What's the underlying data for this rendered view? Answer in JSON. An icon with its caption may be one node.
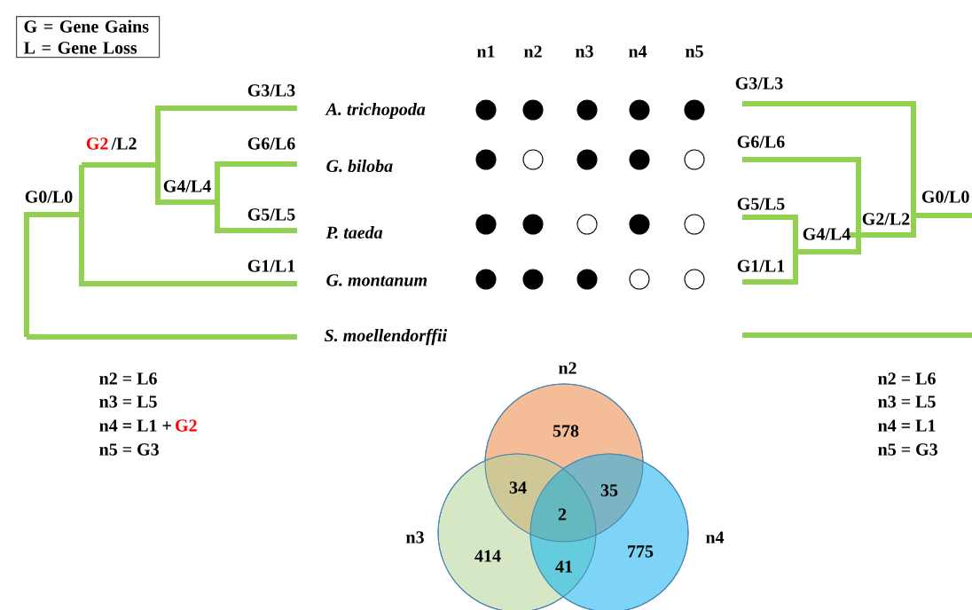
{
  "diagram": {
    "nodes": [
      {
        "text": [
          "G = Gene Gains",
          "L = Gene Loss"
        ]
      },
      {
        "text": [],
        "shape": "dot"
      },
      {
        "text": [],
        "shape": "dot"
      },
      {
        "text": [],
        "shape": "dot"
      },
      {
        "text": [],
        "shape": "dot"
      },
      {
        "text": [],
        "shape": "dot"
      },
      {
        "text": [],
        "shape": "dot"
      },
      {
        "text": [],
        "shape": "circle"
      },
      {
        "text": [],
        "shape": "dot"
      },
      {
        "text": [],
        "shape": "dot"
      },
      {
        "text": [],
        "shape": "circle"
      },
      {
        "text": [],
        "shape": "dot"
      },
      {
        "text": [],
        "shape": "dot"
      },
      {
        "text": [],
        "shape": "circle"
      },
      {
        "text": [],
        "shape": "dot"
      },
      {
        "text": [],
        "shape": "circle"
      },
      {
        "text": [],
        "shape": "dot"
      },
      {
        "text": [],
        "shape": "dot"
      },
      {
        "text": [],
        "shape": "dot"
      },
      {
        "text": [],
        "shape": "circle"
      },
      {
        "text": [],
        "shape": "circle"
      },
      {
        "text": [
          "578"
        ],
        "beside": [
          "n2"
        ]
      },
      {
        "text": [
          "414"
        ],
        "beside": [
          "n3"
        ]
      },
      {
        "text": [
          "775"
        ],
        "beside": [
          "n4"
        ]
      }
    ],
    "labels": [
      "n1",
      "n2",
      "n3",
      "n4",
      "n5",
      "G3/L3",
      "G3/L3",
      "A. trichopoda",
      "G2",
      "/L2",
      "G6/L6",
      "G6/L6",
      "G. biloba",
      "G0/L0",
      "G4/L4",
      "G5/L5",
      "G5/L5",
      "G0/L0",
      "G2/L2",
      "P. taeda",
      "G4/L4",
      "G1/L1",
      "G1/L1",
      "G. montanum",
      "S. moellendorffii",
      "n2 = L6",
      "n3 = L5",
      "n4 = L1 +",
      "G2",
      "n5 = G3",
      "n2 = L6",
      "n3 = L5",
      "n4 = L1",
      "n5 = G3",
      "34",
      "35",
      "2",
      "41"
    ]
  }
}
